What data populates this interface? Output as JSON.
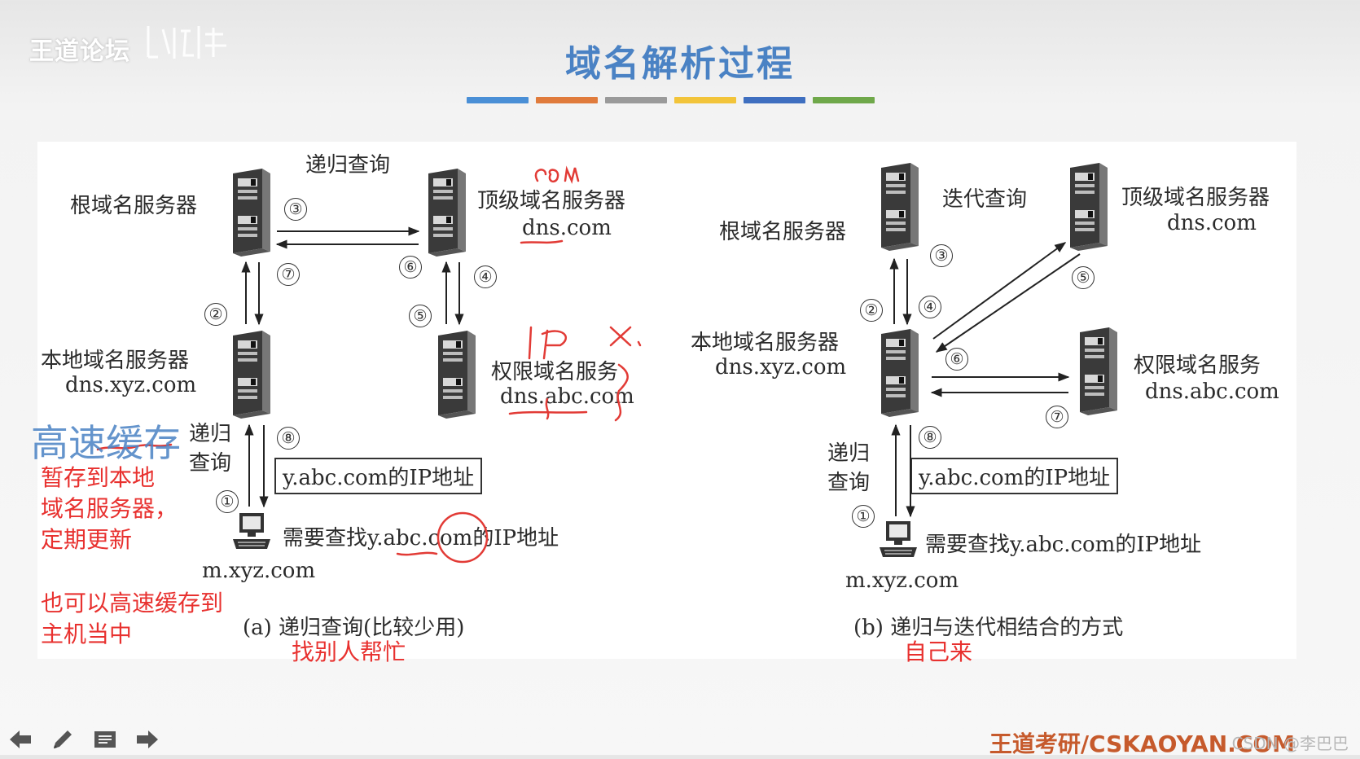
{
  "watermark": {
    "text": "王道论坛"
  },
  "title": "域名解析过程",
  "color_bars": [
    "#4a8fd6",
    "#e07b3c",
    "#9a9a9a",
    "#f2c43a",
    "#3f6fc0",
    "#6fa84a"
  ],
  "left": {
    "root_server": "根域名服务器",
    "tld_server": "顶级域名服务器",
    "tld_domain": "dns.com",
    "local_server": "本地域名服务器",
    "local_domain": "dns.xyz.com",
    "auth_server": "权限域名服务",
    "auth_domain": "dns.abc.com",
    "recursive_top": "递归查询",
    "recursive_side": [
      "递归",
      "查询"
    ],
    "answer_box": "y.abc.com的IP地址",
    "host_query": "需要查找y.abc.com的IP地址",
    "host_name": "m.xyz.com",
    "caption": "(a) 递归查询(比较少用)",
    "steps": [
      "①",
      "②",
      "③",
      "④",
      "⑤",
      "⑥",
      "⑦",
      "⑧"
    ]
  },
  "right": {
    "root_server": "根域名服务器",
    "tld_server": "顶级域名服务器",
    "tld_domain": "dns.com",
    "local_server": "本地域名服务器",
    "local_domain": "dns.xyz.com",
    "auth_server": "权限域名服务",
    "auth_domain": "dns.abc.com",
    "iterative_top": "迭代查询",
    "recursive_side": [
      "递归",
      "查询"
    ],
    "answer_box": "y.abc.com的IP地址",
    "host_query": "需要查找y.abc.com的IP地址",
    "host_name": "m.xyz.com",
    "caption": "(b) 递归与迭代相结合的方式",
    "steps": [
      "①",
      "②",
      "③",
      "④",
      "⑤",
      "⑥",
      "⑦",
      "⑧"
    ]
  },
  "annotations": {
    "cache": "高速缓存",
    "cache_note": [
      "暂存到本地",
      "域名服务器，",
      "定期更新"
    ],
    "host_cache_note": [
      "也可以高速缓存到",
      "主机当中"
    ],
    "left_note": "找别人帮忙",
    "right_note": "自己来"
  },
  "footer": {
    "brand": "王道考研/CSKAOYAN.COM",
    "credit": "CSDN @李巴巴"
  },
  "controls": [
    "prev-icon",
    "pen-icon",
    "notes-icon",
    "next-icon"
  ]
}
